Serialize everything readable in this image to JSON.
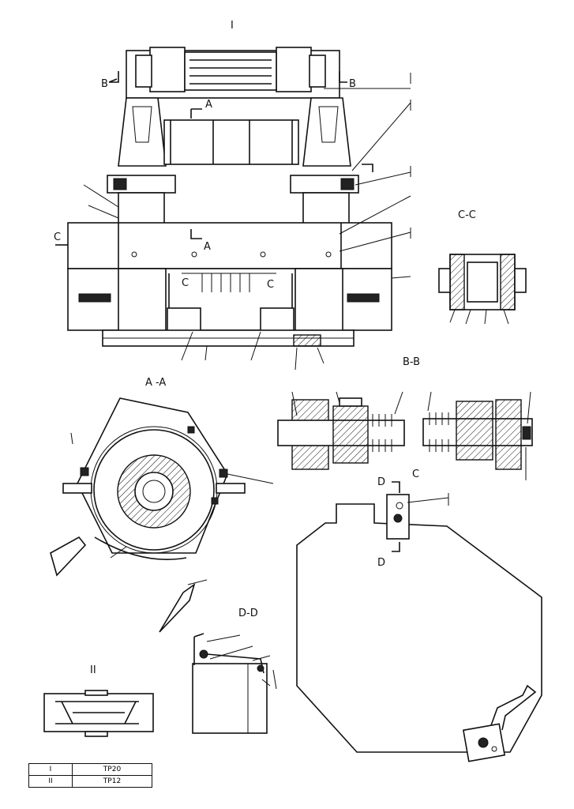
{
  "views": {
    "main_view_label": "I",
    "section_cc_label": "C-C",
    "section_aa_label": "A -A",
    "section_bb_label": "B-B",
    "section_dd_label": "D-D",
    "view_ii_label": "II"
  },
  "section_marks": {
    "a": "A",
    "b": "B",
    "c": "C",
    "d": "D"
  },
  "legend": [
    {
      "id": "I",
      "model": "TP20"
    },
    {
      "id": "II",
      "model": "TP12"
    }
  ]
}
